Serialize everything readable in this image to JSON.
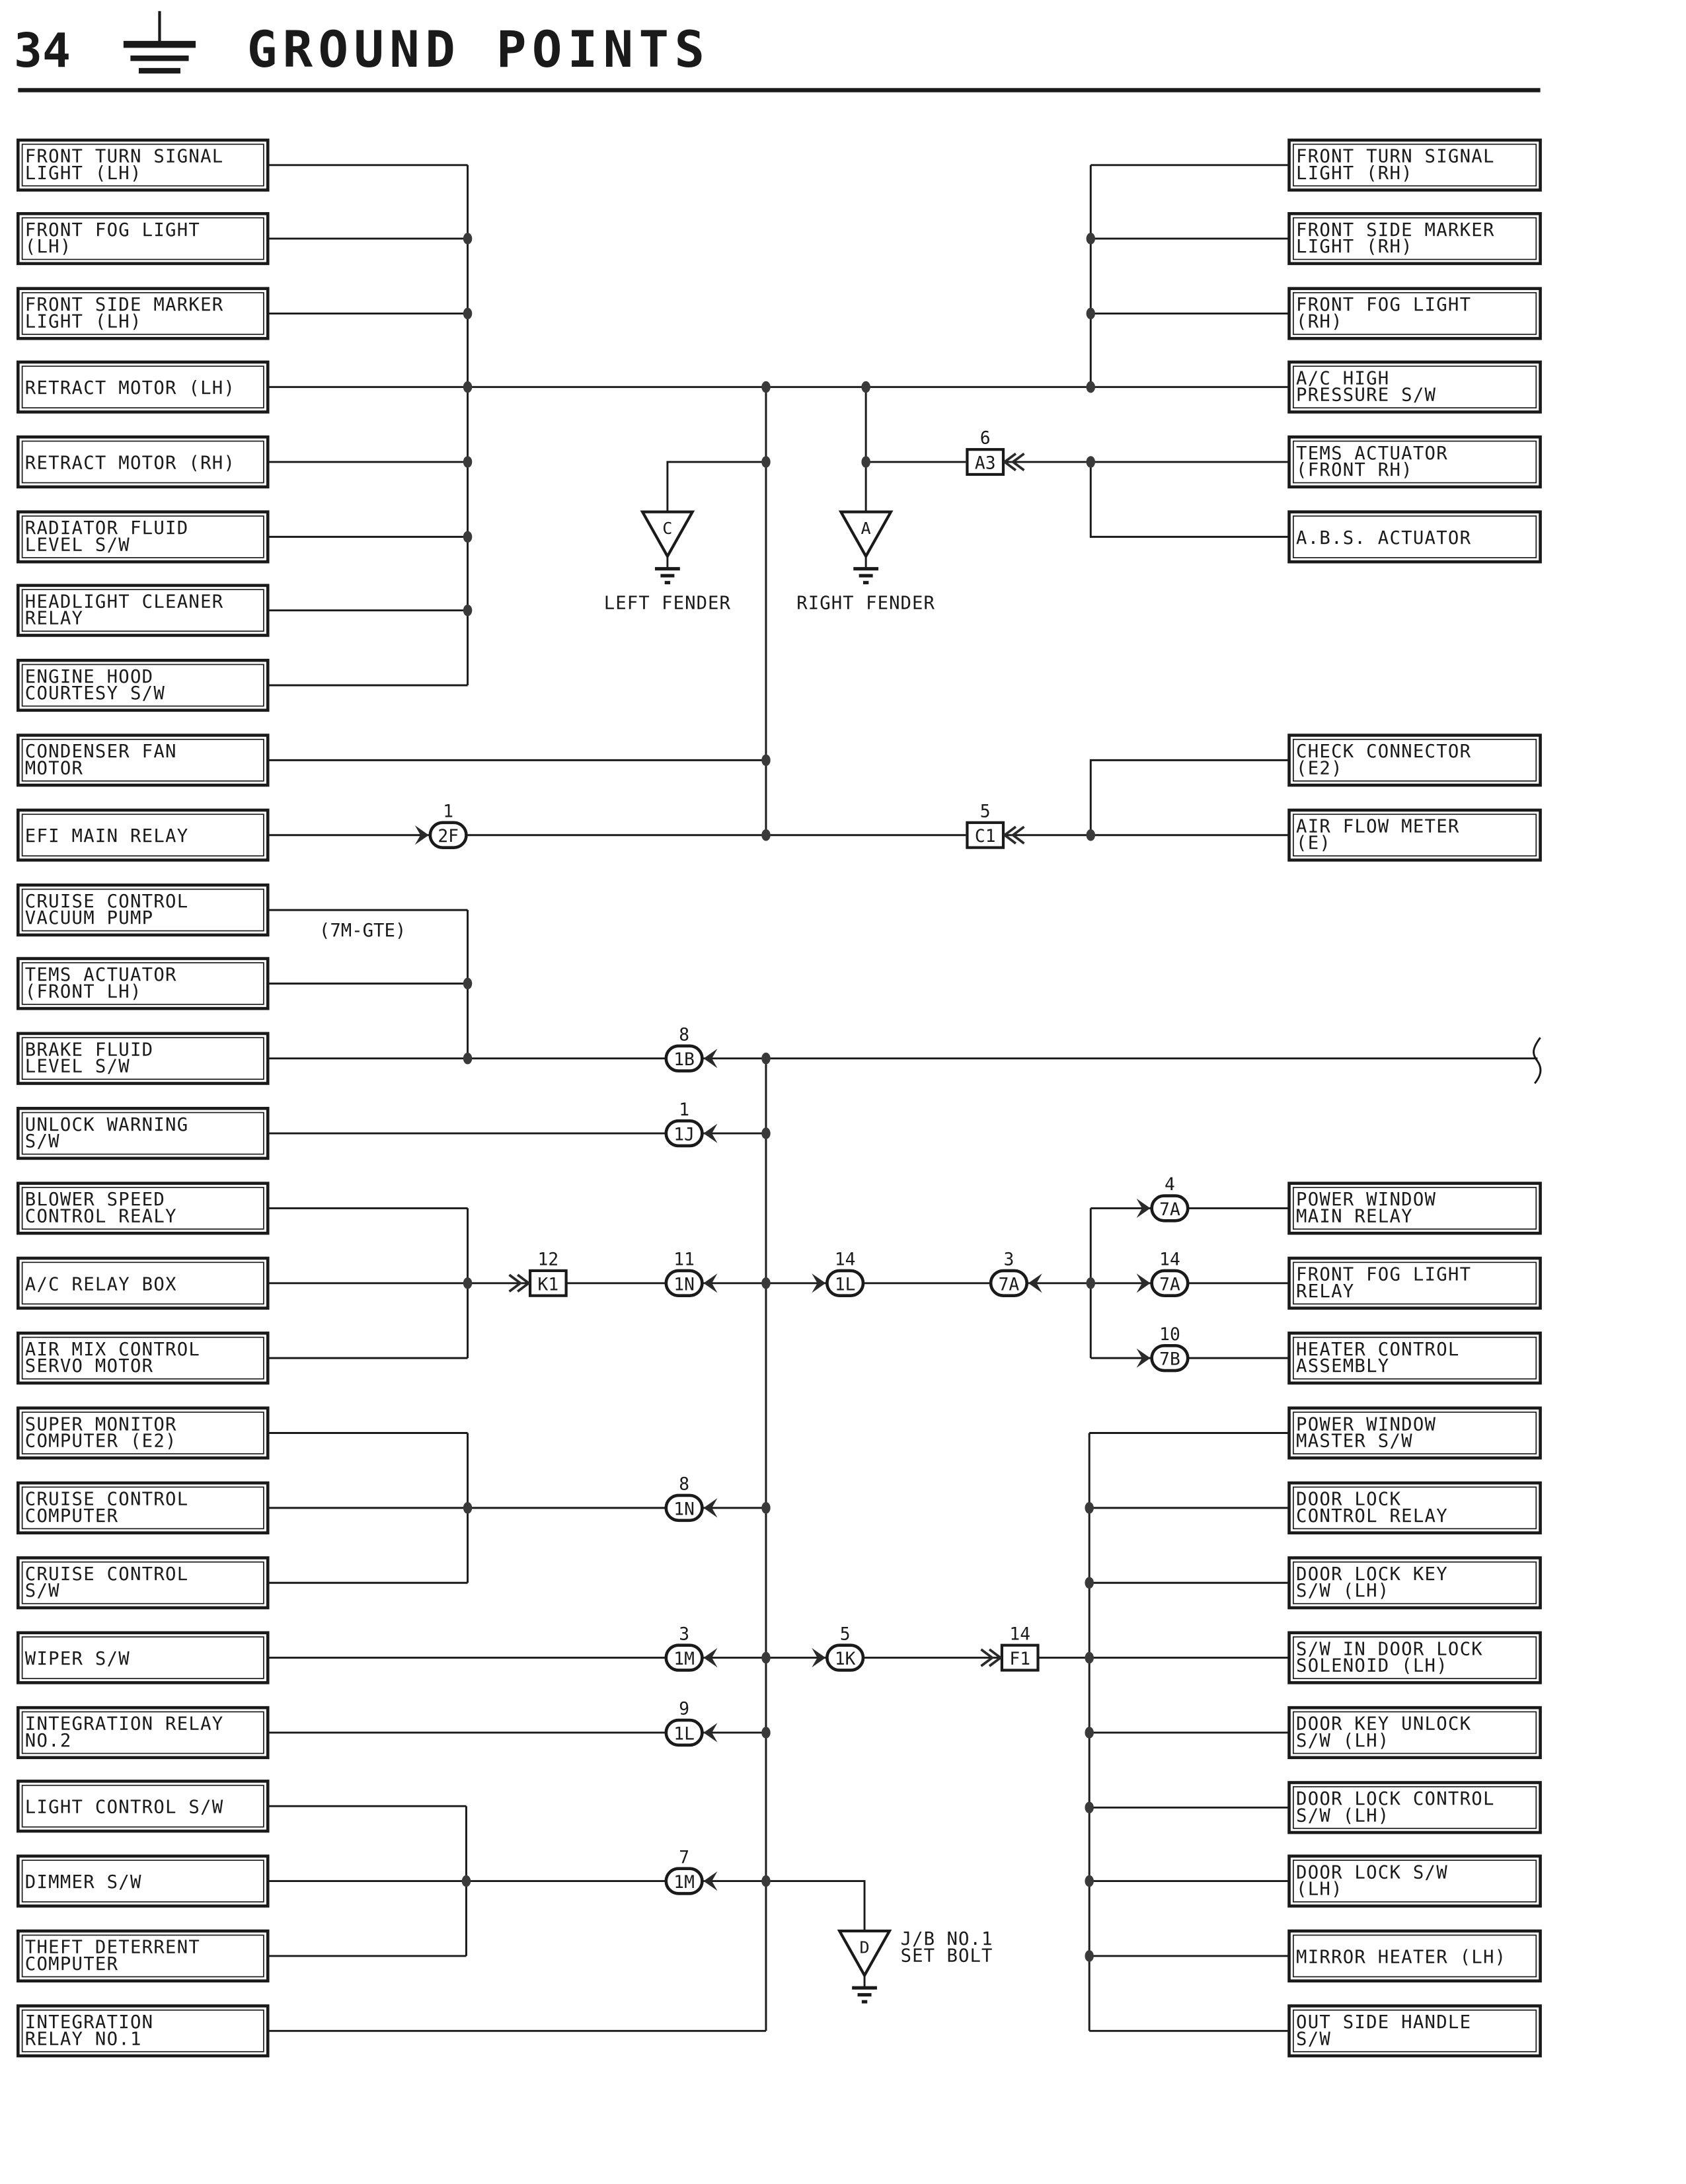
{
  "header": {
    "page_number": "34",
    "title": "GROUND POINTS",
    "icon": "ground-symbol-icon"
  },
  "left_components": [
    "FRONT TURN SIGNAL\nLIGHT (LH)",
    "FRONT FOG LIGHT\n(LH)",
    "FRONT SIDE MARKER\nLIGHT (LH)",
    "RETRACT MOTOR (LH)",
    "RETRACT MOTOR (RH)",
    "RADIATOR FLUID\nLEVEL S/W",
    "HEADLIGHT CLEANER\nRELAY",
    "ENGINE HOOD\nCOURTESY S/W",
    "CONDENSER FAN\nMOTOR",
    "EFI MAIN RELAY",
    "CRUISE CONTROL\nVACUUM PUMP",
    "TEMS ACTUATOR\n(FRONT LH)",
    "BRAKE FLUID\nLEVEL S/W",
    "UNLOCK WARNING\nS/W",
    "BLOWER SPEED\nCONTROL REALY",
    "A/C RELAY BOX",
    "AIR MIX CONTROL\nSERVO MOTOR",
    "SUPER MONITOR\nCOMPUTER (E2)",
    "CRUISE CONTROL\nCOMPUTER",
    "CRUISE CONTROL\nS/W",
    "WIPER S/W",
    "INTEGRATION RELAY\nNO.2",
    "LIGHT CONTROL S/W",
    "DIMMER S/W",
    "THEFT DETERRENT\nCOMPUTER",
    "INTEGRATION\nRELAY NO.1"
  ],
  "right_components": [
    "FRONT TURN SIGNAL\nLIGHT (RH)",
    "FRONT SIDE MARKER\nLIGHT (RH)",
    "FRONT FOG LIGHT\n(RH)",
    "A/C HIGH\nPRESSURE S/W",
    "TEMS ACTUATOR\n(FRONT RH)",
    "A.B.S. ACTUATOR",
    "CHECK CONNECTOR\n(E2)",
    "AIR FLOW METER\n(E)",
    "POWER WINDOW\nMAIN RELAY",
    "FRONT FOG LIGHT\nRELAY",
    "HEATER CONTROL\nASSEMBLY",
    "POWER WINDOW\nMASTER S/W",
    "DOOR LOCK\nCONTROL RELAY",
    "DOOR LOCK KEY\nS/W (LH)",
    "S/W IN DOOR LOCK\nSOLENOID (LH)",
    "DOOR KEY UNLOCK\nS/W (LH)",
    "DOOR LOCK CONTROL\nS/W (LH)",
    "DOOR LOCK S/W\n(LH)",
    "MIRROR HEATER (LH)",
    "OUT SIDE HANDLE\nS/W"
  ],
  "connectors": [
    {
      "code": "2F",
      "pin": "1",
      "shape": "oval"
    },
    {
      "code": "C1",
      "pin": "5",
      "shape": "square"
    },
    {
      "code": "A3",
      "pin": "6",
      "shape": "square"
    },
    {
      "code": "1B",
      "pin": "8",
      "shape": "oval"
    },
    {
      "code": "1J",
      "pin": "1",
      "shape": "oval"
    },
    {
      "code": "K1",
      "pin": "12",
      "shape": "square"
    },
    {
      "code": "1N",
      "pin": "11",
      "shape": "oval"
    },
    {
      "code": "1L",
      "pin": "14",
      "shape": "oval"
    },
    {
      "code": "7A",
      "pin": "3",
      "shape": "oval"
    },
    {
      "code": "7A",
      "pin": "4",
      "shape": "oval"
    },
    {
      "code": "7A",
      "pin": "14",
      "shape": "oval"
    },
    {
      "code": "7B",
      "pin": "10",
      "shape": "oval"
    },
    {
      "code": "1N",
      "pin": "8",
      "shape": "oval"
    },
    {
      "code": "1M",
      "pin": "3",
      "shape": "oval"
    },
    {
      "code": "1K",
      "pin": "5",
      "shape": "oval"
    },
    {
      "code": "F1",
      "pin": "14",
      "shape": "square"
    },
    {
      "code": "1L",
      "pin": "9",
      "shape": "oval"
    },
    {
      "code": "1M",
      "pin": "7",
      "shape": "oval"
    }
  ],
  "ground_points": [
    {
      "letter": "C",
      "label": "LEFT FENDER"
    },
    {
      "letter": "A",
      "label": "RIGHT FENDER"
    },
    {
      "letter": "D",
      "label": "J/B NO.1\nSET BOLT"
    }
  ],
  "annotations": {
    "engine_variant": "(7M-GTE)"
  },
  "colors": {
    "ink": "#1a1a1a",
    "paper": "#ffffff"
  }
}
